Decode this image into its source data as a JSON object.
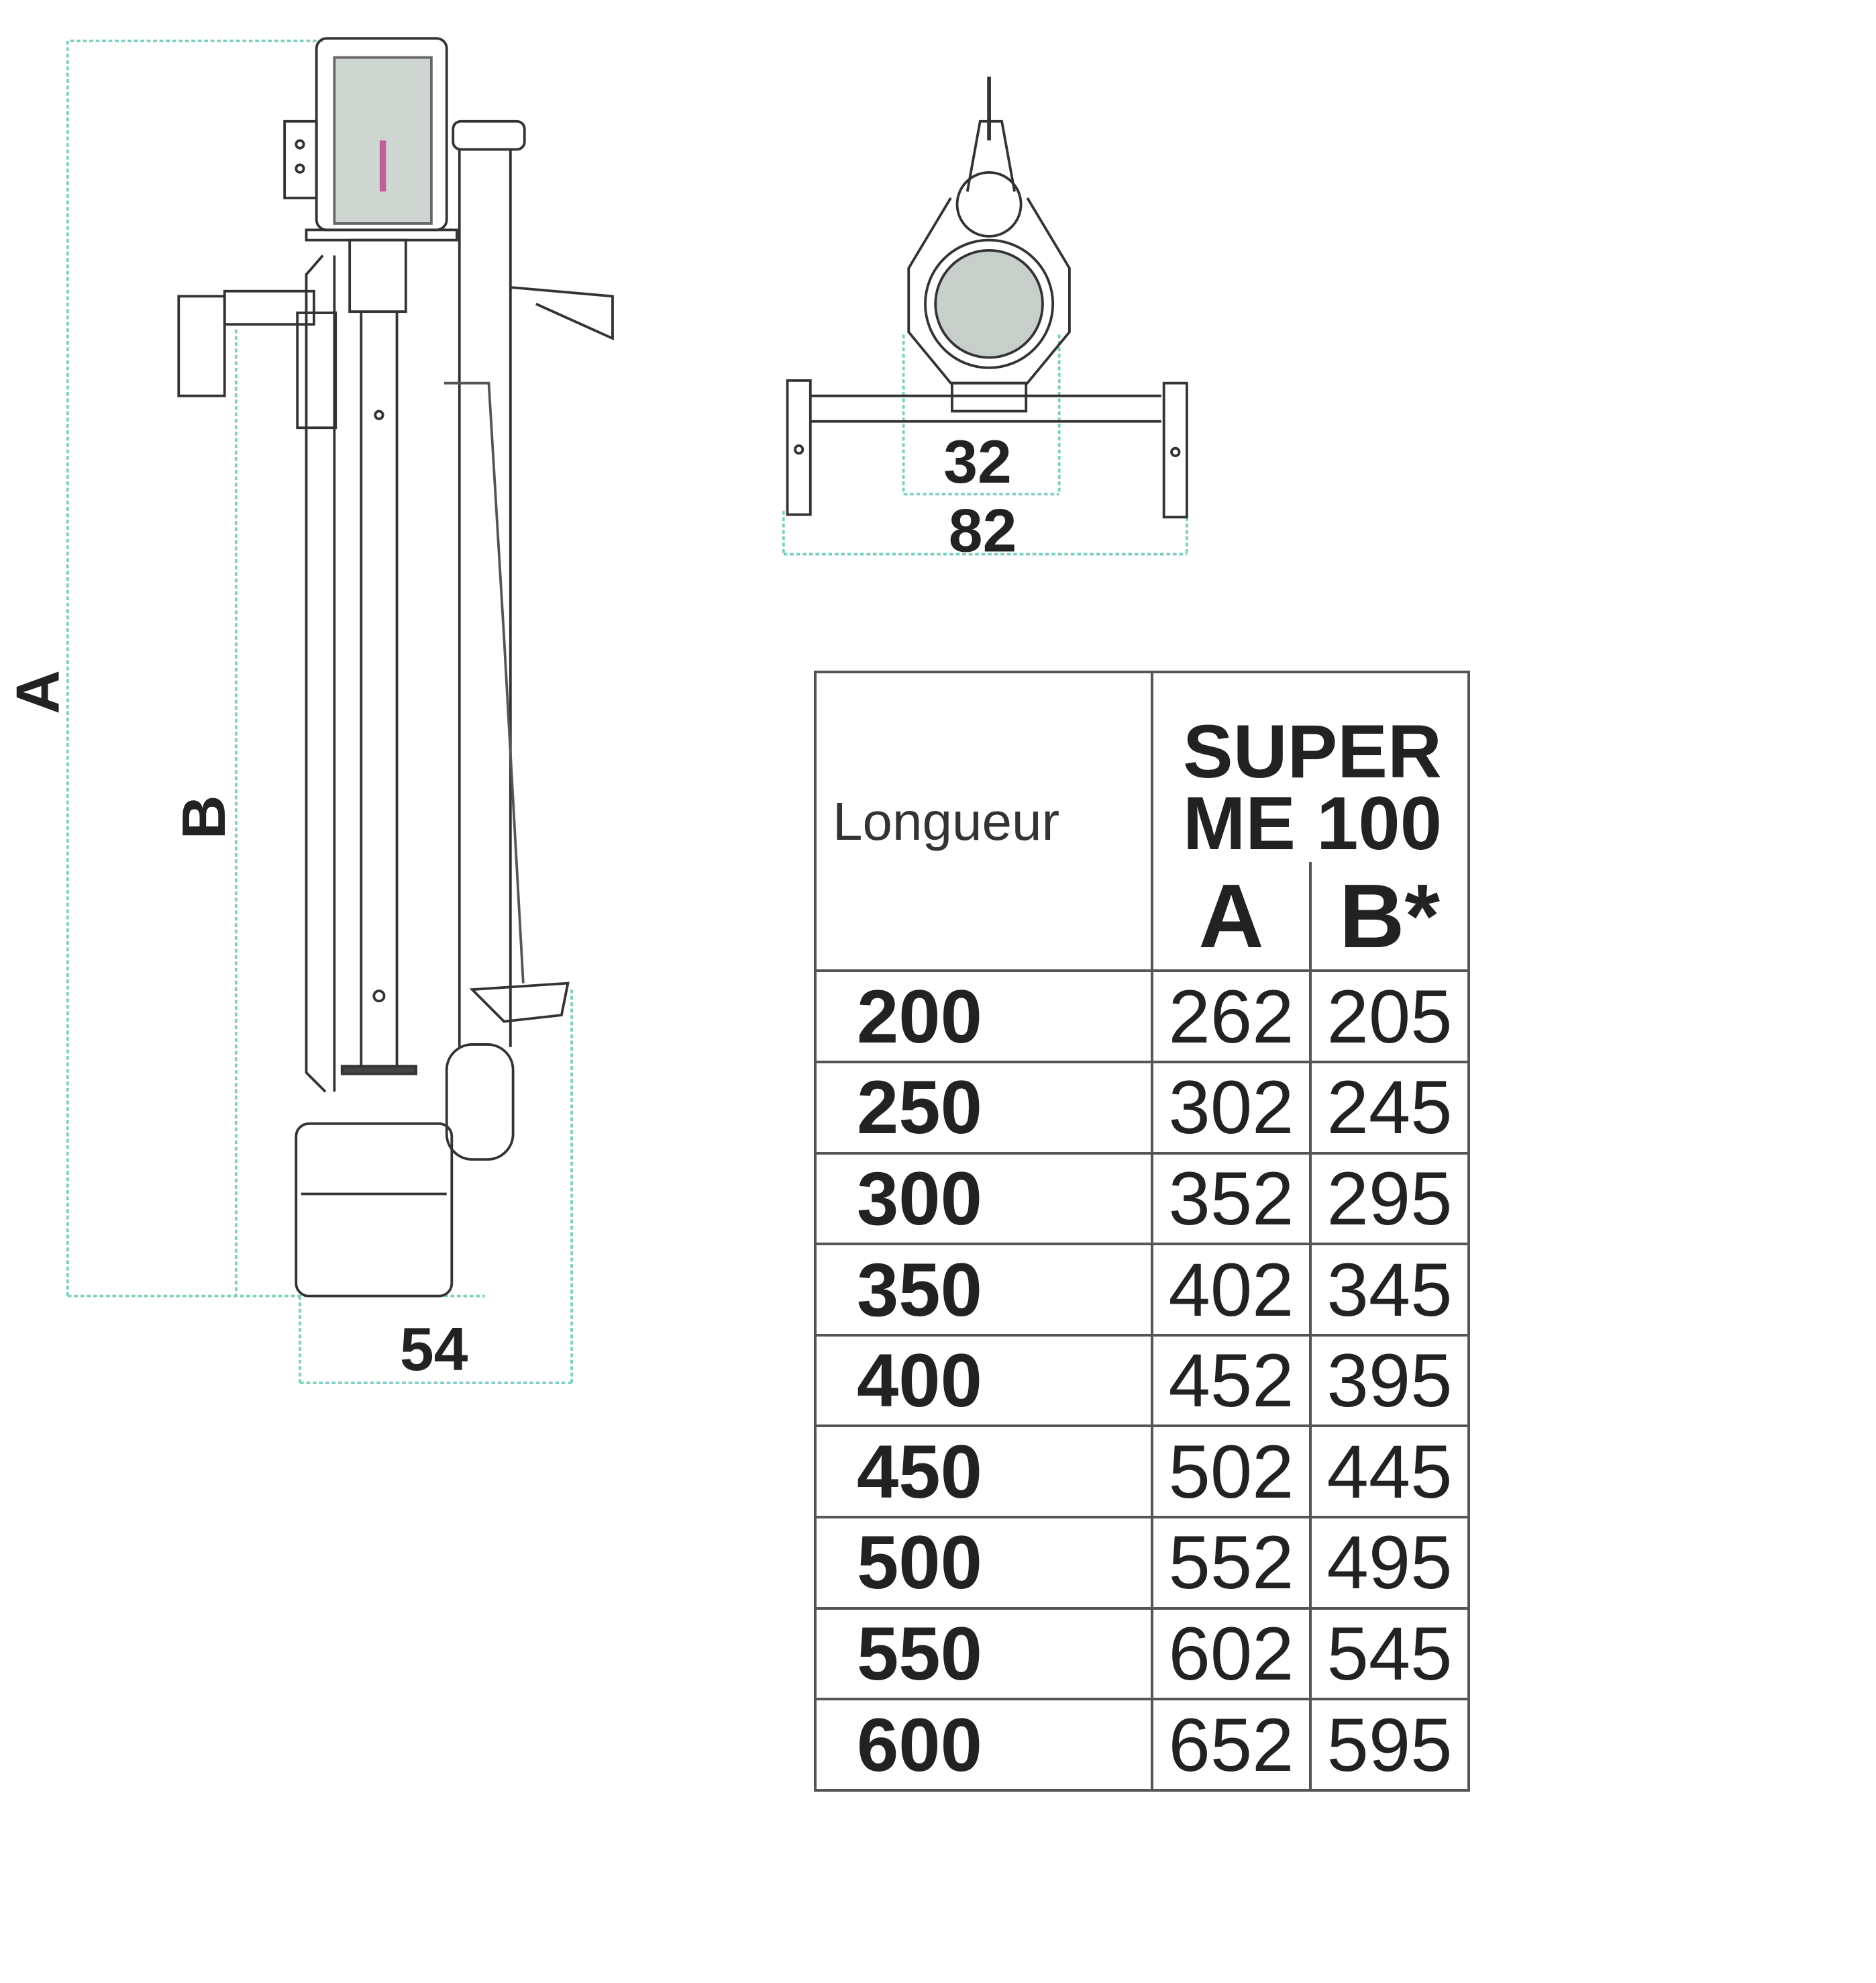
{
  "drawing": {
    "side_view_labels": {
      "dim_a": "A",
      "dim_b": "B",
      "width": "54"
    },
    "top_view_labels": {
      "inner_width": "32",
      "outer_width": "82"
    },
    "dimension_line_color": "#7fcfc0"
  },
  "table": {
    "length_header": "Longueur",
    "model_line1": "SUPER",
    "model_line2": "ME 100",
    "col_a": "A",
    "col_b": "B*",
    "rows": [
      {
        "length": "200",
        "a": "262",
        "b": "205"
      },
      {
        "length": "250",
        "a": "302",
        "b": "245"
      },
      {
        "length": "300",
        "a": "352",
        "b": "295"
      },
      {
        "length": "350",
        "a": "402",
        "b": "345"
      },
      {
        "length": "400",
        "a": "452",
        "b": "395"
      },
      {
        "length": "450",
        "a": "502",
        "b": "445"
      },
      {
        "length": "500",
        "a": "552",
        "b": "495"
      },
      {
        "length": "550",
        "a": "602",
        "b": "545"
      },
      {
        "length": "600",
        "a": "652",
        "b": "595"
      }
    ]
  }
}
